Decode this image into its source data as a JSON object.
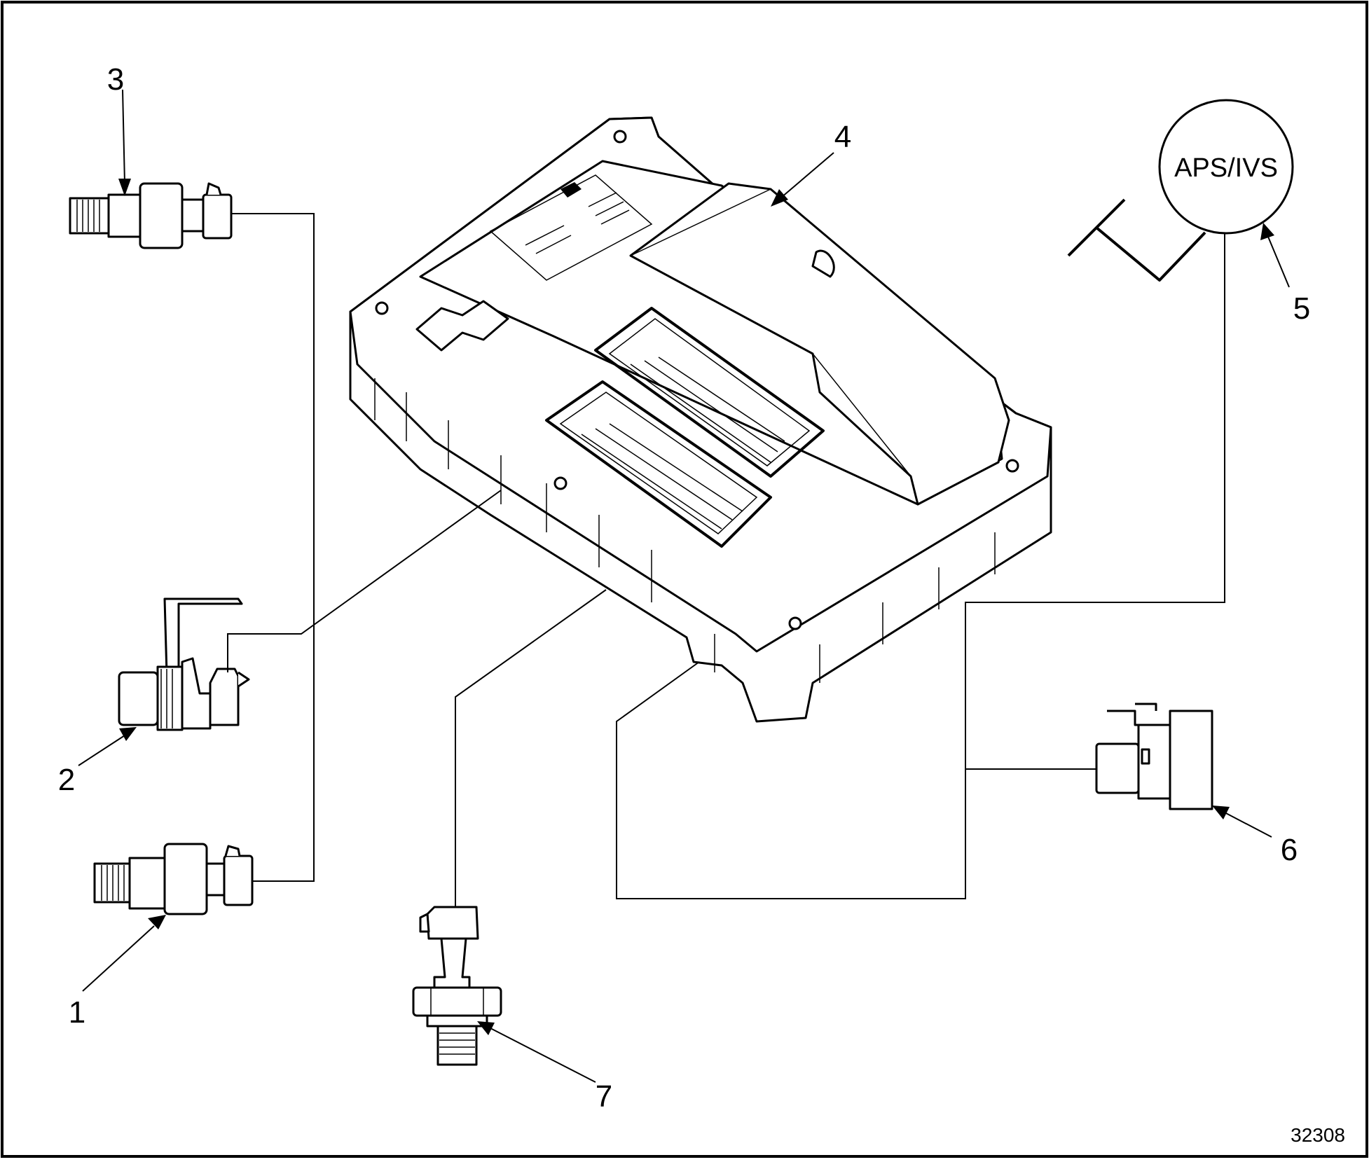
{
  "figure_id": "32308",
  "callouts": [
    {
      "label": "1"
    },
    {
      "label": "2"
    },
    {
      "label": "3"
    },
    {
      "label": "4"
    },
    {
      "label": "5"
    },
    {
      "label": "6"
    },
    {
      "label": "7"
    }
  ],
  "aps_ivs": {
    "label": "APS/IVS"
  }
}
